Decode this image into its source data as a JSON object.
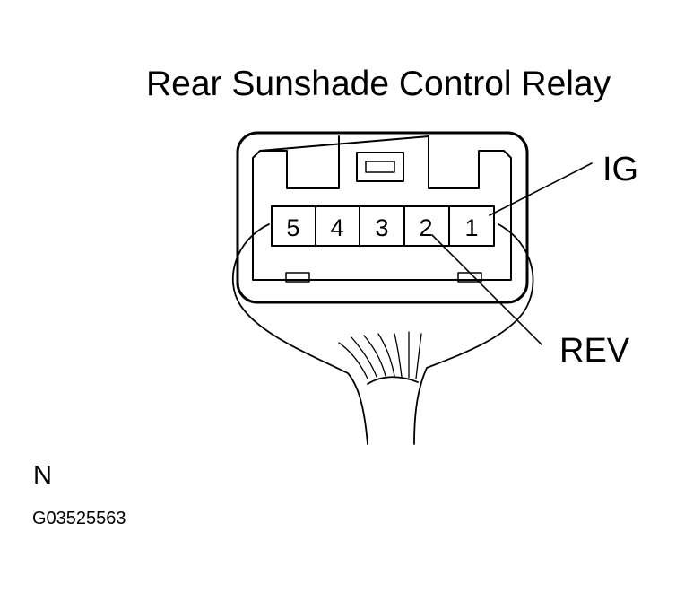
{
  "title": "Rear Sunshade Control Relay",
  "callouts": {
    "ig": "IG",
    "rev": "REV"
  },
  "terminals": [
    "5",
    "4",
    "3",
    "2",
    "1"
  ],
  "view_label": "N",
  "figure_code": "G03525563",
  "colors": {
    "ink": "#000000",
    "background": "#ffffff"
  }
}
